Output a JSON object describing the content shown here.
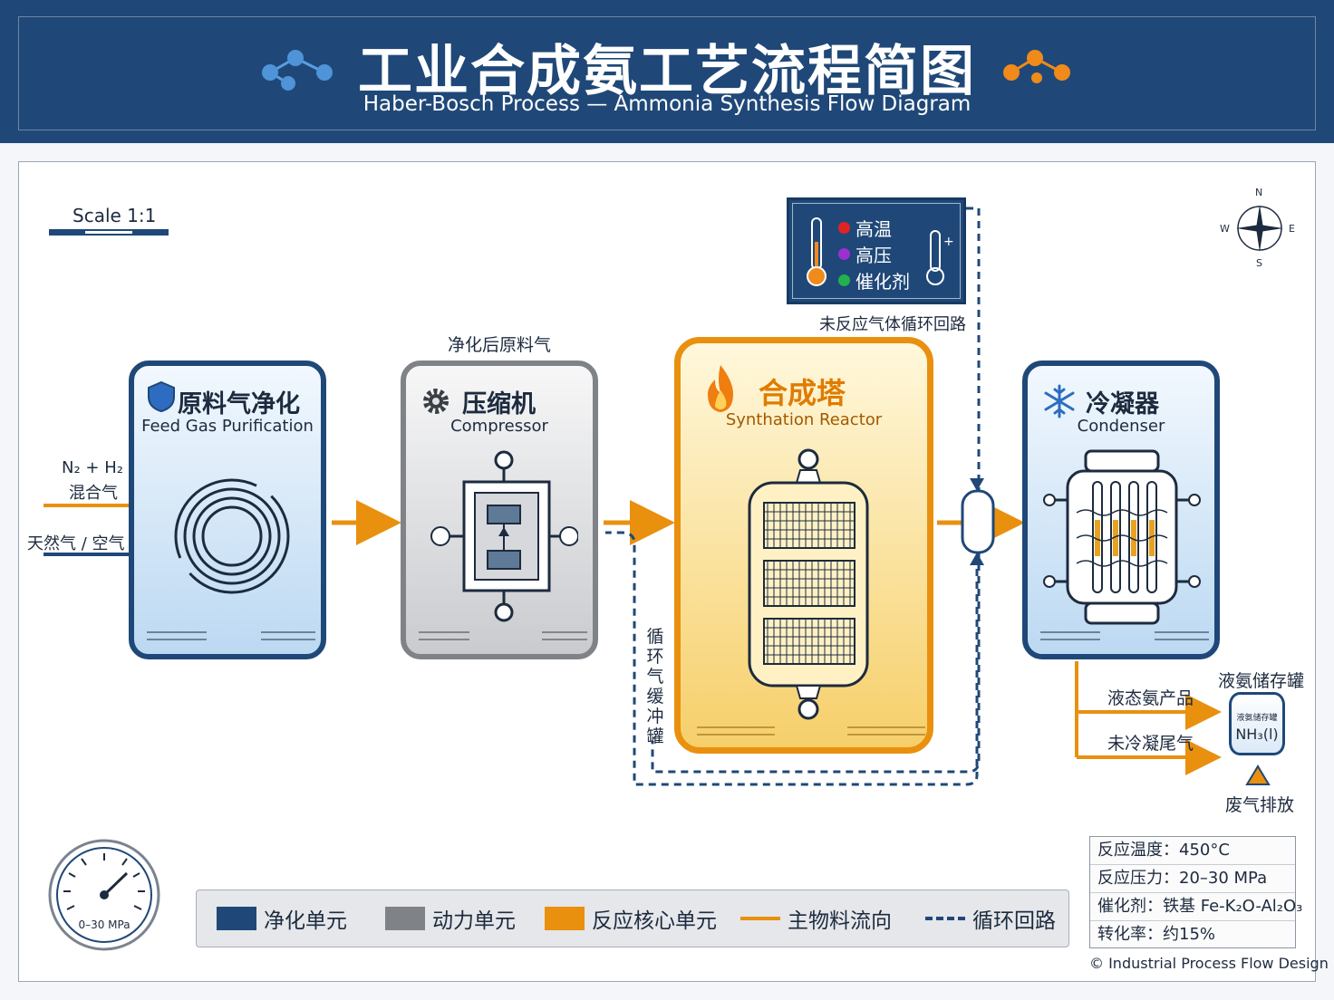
{
  "header": {
    "title": "工业合成氨工艺流程简图",
    "subtitle": "Haber-Bosch Process — Ammonia Synthesis Flow Diagram"
  },
  "scale": {
    "label": "Scale 1:1"
  },
  "compass": {
    "n": "N",
    "s": "S",
    "e": "E",
    "w": "W"
  },
  "conditions": {
    "items": [
      "高温",
      "高压",
      "催化剂"
    ],
    "colors": [
      "#e02424",
      "#9b30d0",
      "#22b14c"
    ]
  },
  "recycle_label": "未反应气体循环回路",
  "purified_gas_label": "净化后原料气",
  "buffer_tank_label": "循环气缓冲罐",
  "units": {
    "purification": {
      "name": "原料气净化",
      "en": "Feed Gas Purification",
      "icon": "shield-icon"
    },
    "compressor": {
      "name": "压缩机",
      "en": "Compressor",
      "icon": "gear-icon"
    },
    "reactor": {
      "name": "合成塔",
      "en": "Synthation Reactor",
      "icon": "flame-icon"
    },
    "condenser": {
      "name": "冷凝器",
      "en": "Condenser",
      "icon": "snowflake-icon"
    }
  },
  "inputs": {
    "mix_gas_formula": "N₂ + H₂",
    "mix_gas": "混合气",
    "natural_gas": "天然气 / 空气"
  },
  "outputs": {
    "liquid_product": "液态氨产品",
    "tail_gas": "未冷凝尾气",
    "storage_tank": "液氨储存罐",
    "tank_small": "液氨储存罐",
    "tank_formula": "NH₃(l)",
    "exhaust": "废气排放"
  },
  "gauge": {
    "label": "0–30 MPa"
  },
  "legend": [
    {
      "label": "净化单元",
      "color": "#1f4878",
      "kind": "box"
    },
    {
      "label": "动力单元",
      "color": "#7f8388",
      "kind": "box"
    },
    {
      "label": "反应核心单元",
      "color": "#e9900f",
      "kind": "box"
    },
    {
      "label": "主物料流向",
      "color": "#e9900f",
      "kind": "line"
    },
    {
      "label": "循环回路",
      "color": "#1f4878",
      "kind": "dash"
    }
  ],
  "params": [
    "反应温度：450°C",
    "反应压力：20–30 MPa",
    "催化剂：铁基 Fe-K₂O-Al₂O₃",
    "转化率：约15%"
  ],
  "copyright": "© Industrial Process Flow Design"
}
